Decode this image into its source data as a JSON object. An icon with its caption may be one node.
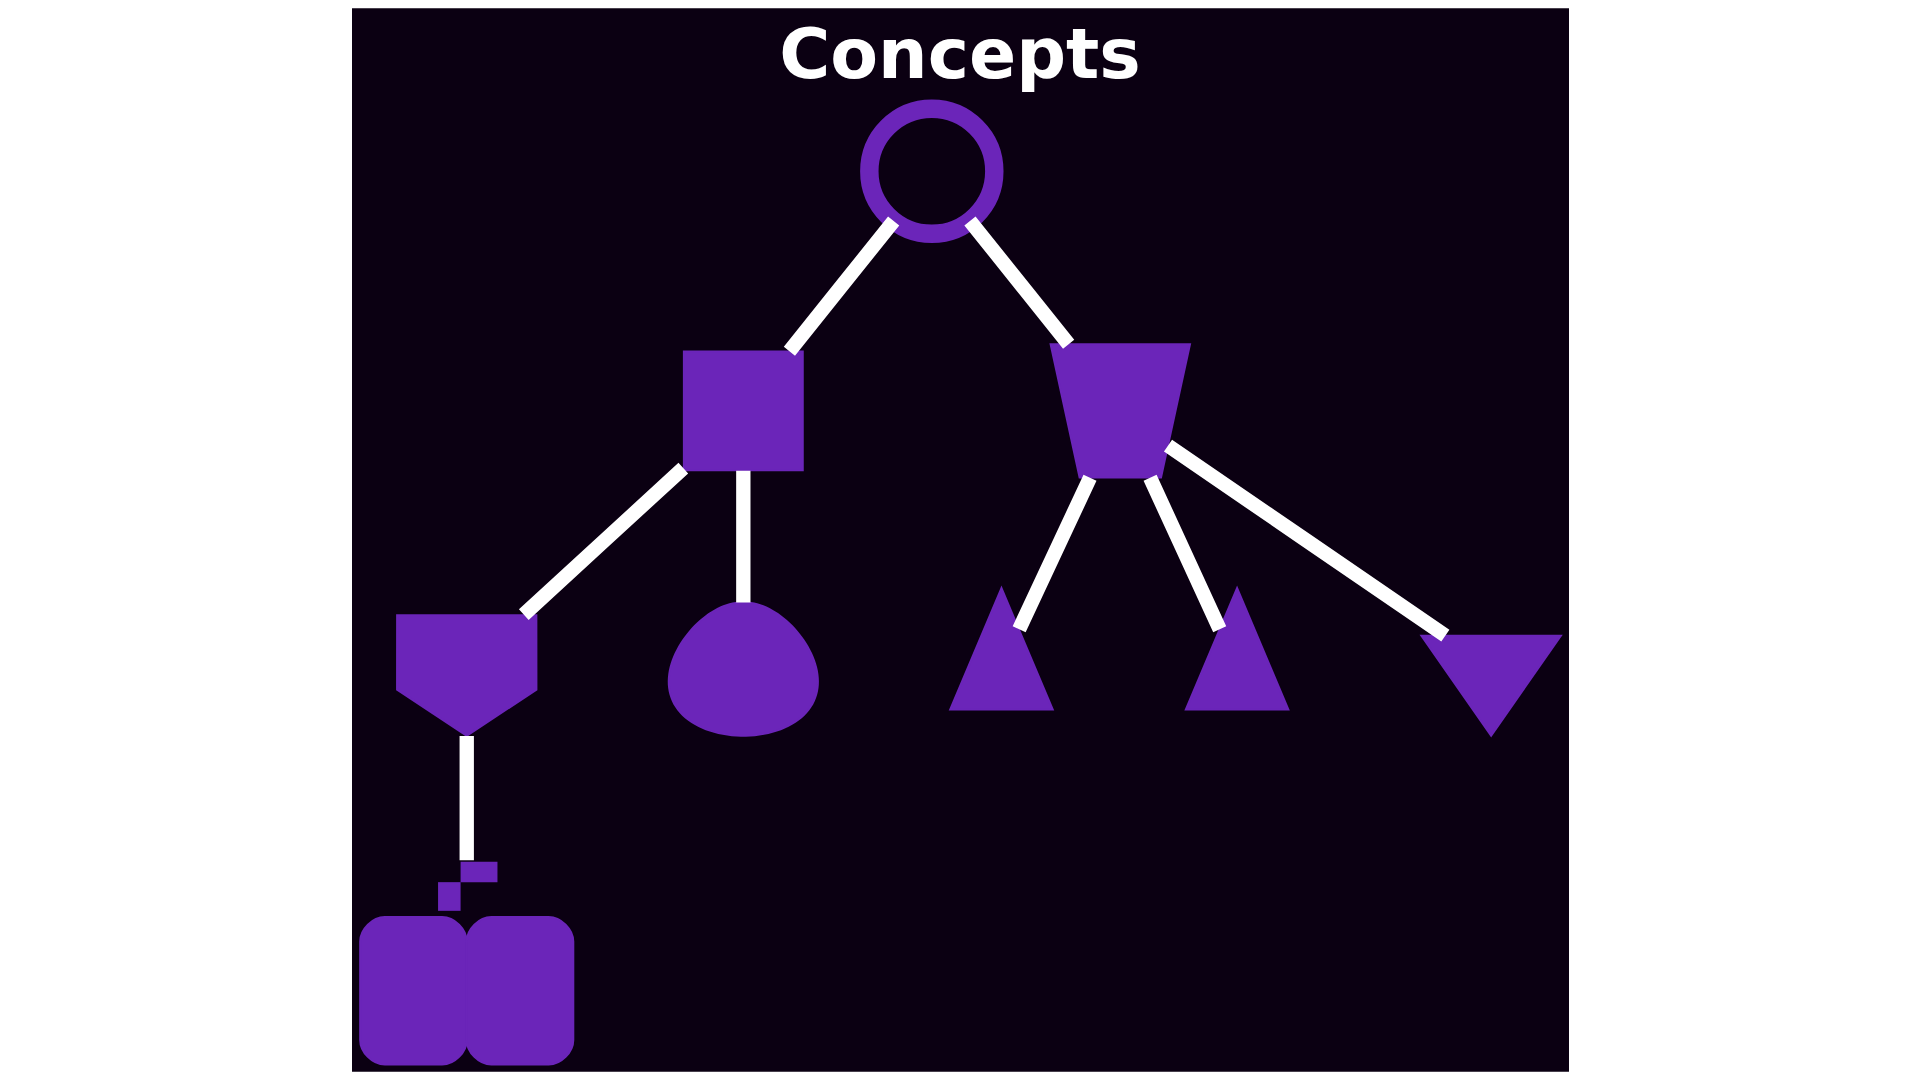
{
  "diagram": {
    "title": "Concepts",
    "nodes": [
      {
        "text": [],
        "shape": "circle"
      },
      {
        "text": [],
        "shape": "box"
      },
      {
        "text": [],
        "shape": "picture"
      },
      {
        "text": [],
        "shape": "picture"
      },
      {
        "text": [],
        "shape": "picture"
      },
      {
        "text": [],
        "shape": "picture"
      },
      {
        "text": [],
        "shape": "person"
      },
      {
        "text": [],
        "shape": "person"
      },
      {
        "text": [],
        "shape": "picture"
      }
    ],
    "edges": [
      {
        "from": 0,
        "to": 1,
        "arrow": "none"
      },
      {
        "from": 0,
        "to": 2,
        "arrow": "none"
      },
      {
        "from": 1,
        "to": 3,
        "arrow": "none"
      },
      {
        "from": 1,
        "to": 4,
        "arrow": "none"
      },
      {
        "from": 3,
        "to": 5,
        "arrow": "none"
      },
      {
        "from": 2,
        "to": 6,
        "arrow": "none"
      },
      {
        "from": 2,
        "to": 7,
        "arrow": "none"
      },
      {
        "from": 2,
        "to": 8,
        "arrow": "none"
      }
    ]
  }
}
